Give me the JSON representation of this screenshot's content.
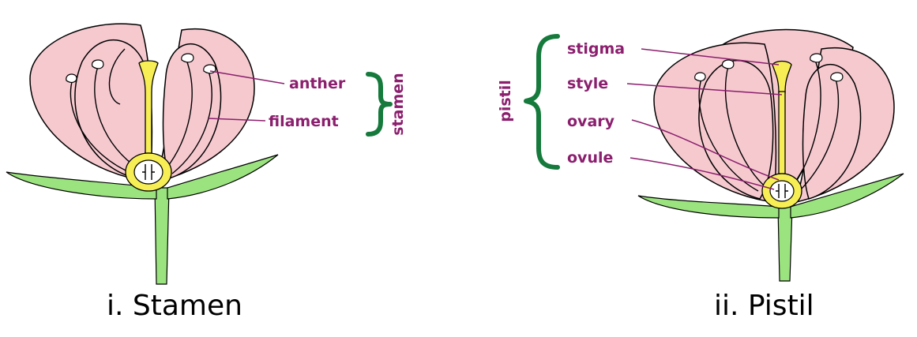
{
  "stamen_diagram": {
    "labels": {
      "anther": "anther",
      "filament": "filament"
    },
    "group_label": "stamen",
    "caption": "i. Stamen"
  },
  "pistil_diagram": {
    "labels": {
      "stigma": "stigma",
      "style": "style",
      "ovary": "ovary",
      "ovule": "ovule"
    },
    "group_label": "pistil",
    "caption": "ii. Pistil"
  },
  "colors": {
    "petal": "#f6c9cf",
    "stem_leaf": "#9be37f",
    "pistil": "#f7ee55",
    "label_text": "#8b1f6e",
    "brace": "#157a3c"
  }
}
